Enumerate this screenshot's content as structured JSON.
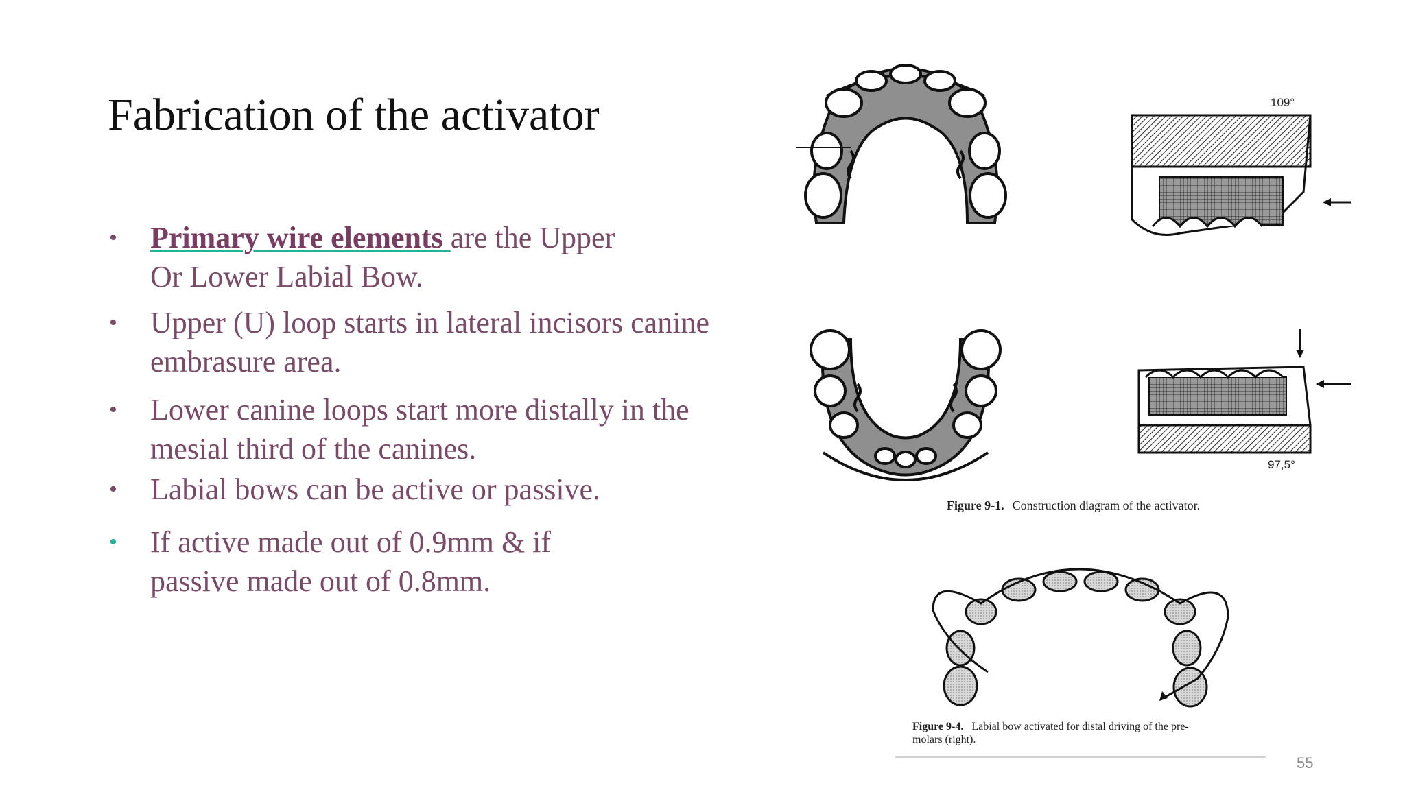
{
  "slide": {
    "title": "Fabrication of the activator",
    "page_number": "55"
  },
  "bullets": [
    {
      "bold": "Primary wire elements ",
      "text": "are the Upper",
      "line2": "Or Lower  Labial Bow."
    },
    {
      "text": "Upper (U) loop starts in lateral incisors canine",
      "line2": "embrasure area."
    },
    {
      "text": "Lower canine loops start more distally in the",
      "line2": "mesial third of the canines."
    },
    {
      "text": "Labial bows can be active or passive."
    },
    {
      "text": "If active made out of 0.9mm & if",
      "line2": "passive made out of  0.8mm."
    }
  ],
  "figures": {
    "fig1": {
      "label": "Figure 9-1.",
      "caption": "Construction diagram of the activator.",
      "angle_top": "109°",
      "angle_bottom": "97,5°"
    },
    "fig2": {
      "label": "Figure 9-4.",
      "caption_line1": "Labial bow activated for distal driving of the pre-",
      "caption_line2": "molars (right)."
    }
  },
  "colors": {
    "body_text": "#7a4a68",
    "accent": "#1fb39a",
    "title": "#111111"
  }
}
